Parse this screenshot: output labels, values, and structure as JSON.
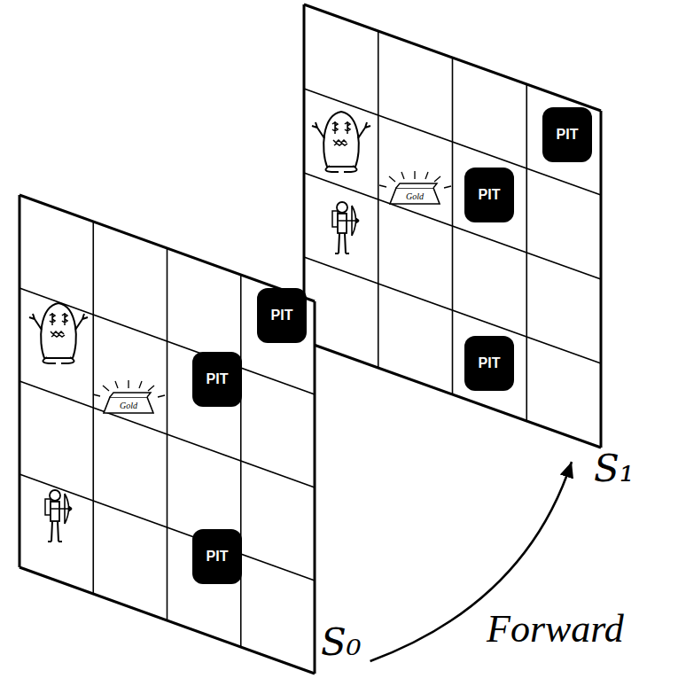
{
  "diagram": {
    "nodes": [
      {
        "text": [
          "S₀"
        ]
      },
      {
        "text": [
          "PIT"
        ],
        "in": 0
      },
      {
        "text": [
          "PIT"
        ],
        "in": 0
      },
      {
        "text": [
          "PIT"
        ],
        "in": 0
      },
      {
        "text": [
          "Gold"
        ],
        "in": 0
      },
      {
        "text": [
          "S₁"
        ]
      },
      {
        "text": [
          "PIT"
        ],
        "in": 5
      },
      {
        "text": [
          "PIT"
        ],
        "in": 5
      },
      {
        "text": [
          "PIT"
        ],
        "in": 5
      },
      {
        "text": [
          "Gold"
        ],
        "in": 5
      }
    ],
    "edges": [
      {
        "from": 0,
        "to": 5,
        "arrow": "to",
        "label": "Forward"
      }
    ]
  }
}
